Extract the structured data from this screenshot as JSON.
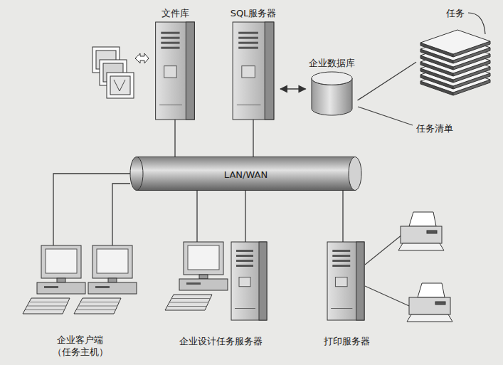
{
  "diagram": {
    "nodes": [
      {
        "text": [
          "文件库"
        ]
      },
      {
        "text": [
          "SQL服务器"
        ]
      },
      {
        "text": [
          "企业数据库"
        ]
      },
      {
        "text": [
          "任务"
        ]
      },
      {
        "text": [
          "LAN/WAN"
        ]
      },
      {
        "text": [
          "企业客户端 （任务主机）"
        ]
      },
      {
        "text": [
          "企业设计任务服务器"
        ]
      },
      {
        "text": [
          "打印服务器"
        ]
      }
    ],
    "edges": [
      {
        "from": 0,
        "to": 4,
        "arrow": "none"
      },
      {
        "from": 1,
        "to": 4,
        "arrow": "none"
      },
      {
        "from": 1,
        "to": 2,
        "arrow": "both"
      },
      {
        "from": 2,
        "to": 3,
        "arrow": "none"
      },
      {
        "from": 5,
        "to": 4,
        "arrow": "none"
      },
      {
        "from": 5,
        "to": 4,
        "arrow": "none"
      },
      {
        "from": 6,
        "to": 4,
        "arrow": "none"
      },
      {
        "from": 6,
        "to": 4,
        "arrow": "none"
      },
      {
        "from": 7,
        "to": 4,
        "arrow": "none"
      }
    ],
    "labels": [
      "任务清单"
    ]
  }
}
